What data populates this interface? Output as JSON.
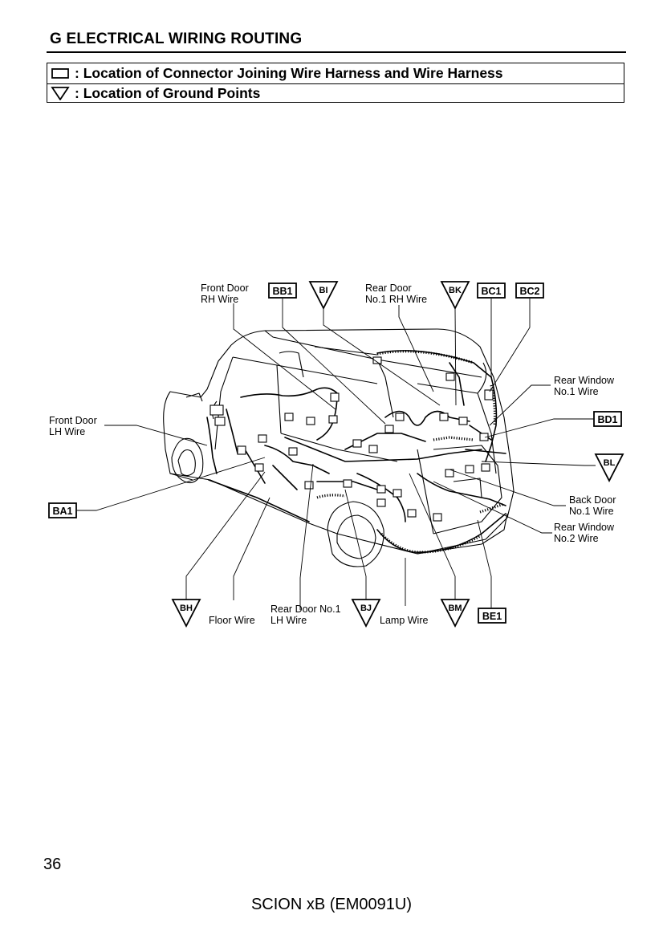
{
  "header": {
    "title": "G  ELECTRICAL WIRING ROUTING"
  },
  "legend": {
    "connector": ": Location of Connector Joining Wire Harness and Wire Harness",
    "ground": ": Location of Ground Points"
  },
  "diagram": {
    "wire_labels": {
      "front_door_rh": [
        "Front Door",
        "RH Wire"
      ],
      "rear_door_no1_rh": [
        "Rear Door",
        "No.1 RH Wire"
      ],
      "front_door_lh": [
        "Front Door",
        "LH Wire"
      ],
      "rear_window_no1": [
        "Rear Window",
        "No.1 Wire"
      ],
      "back_door_no1": [
        "Back Door",
        "No.1 Wire"
      ],
      "rear_window_no2": [
        "Rear Window",
        "No.2 Wire"
      ],
      "floor": "Floor Wire",
      "rear_door_no1_lh": [
        "Rear Door No.1",
        "LH Wire"
      ],
      "lamp": "Lamp Wire"
    },
    "connectors": [
      "BB1",
      "BC1",
      "BC2",
      "BD1",
      "BA1",
      "BE1"
    ],
    "ground_points": [
      "BI",
      "BK",
      "BL",
      "BH",
      "BJ",
      "BM"
    ]
  },
  "footer": {
    "page_number": "36",
    "document": "SCION xB (EM0091U)"
  }
}
